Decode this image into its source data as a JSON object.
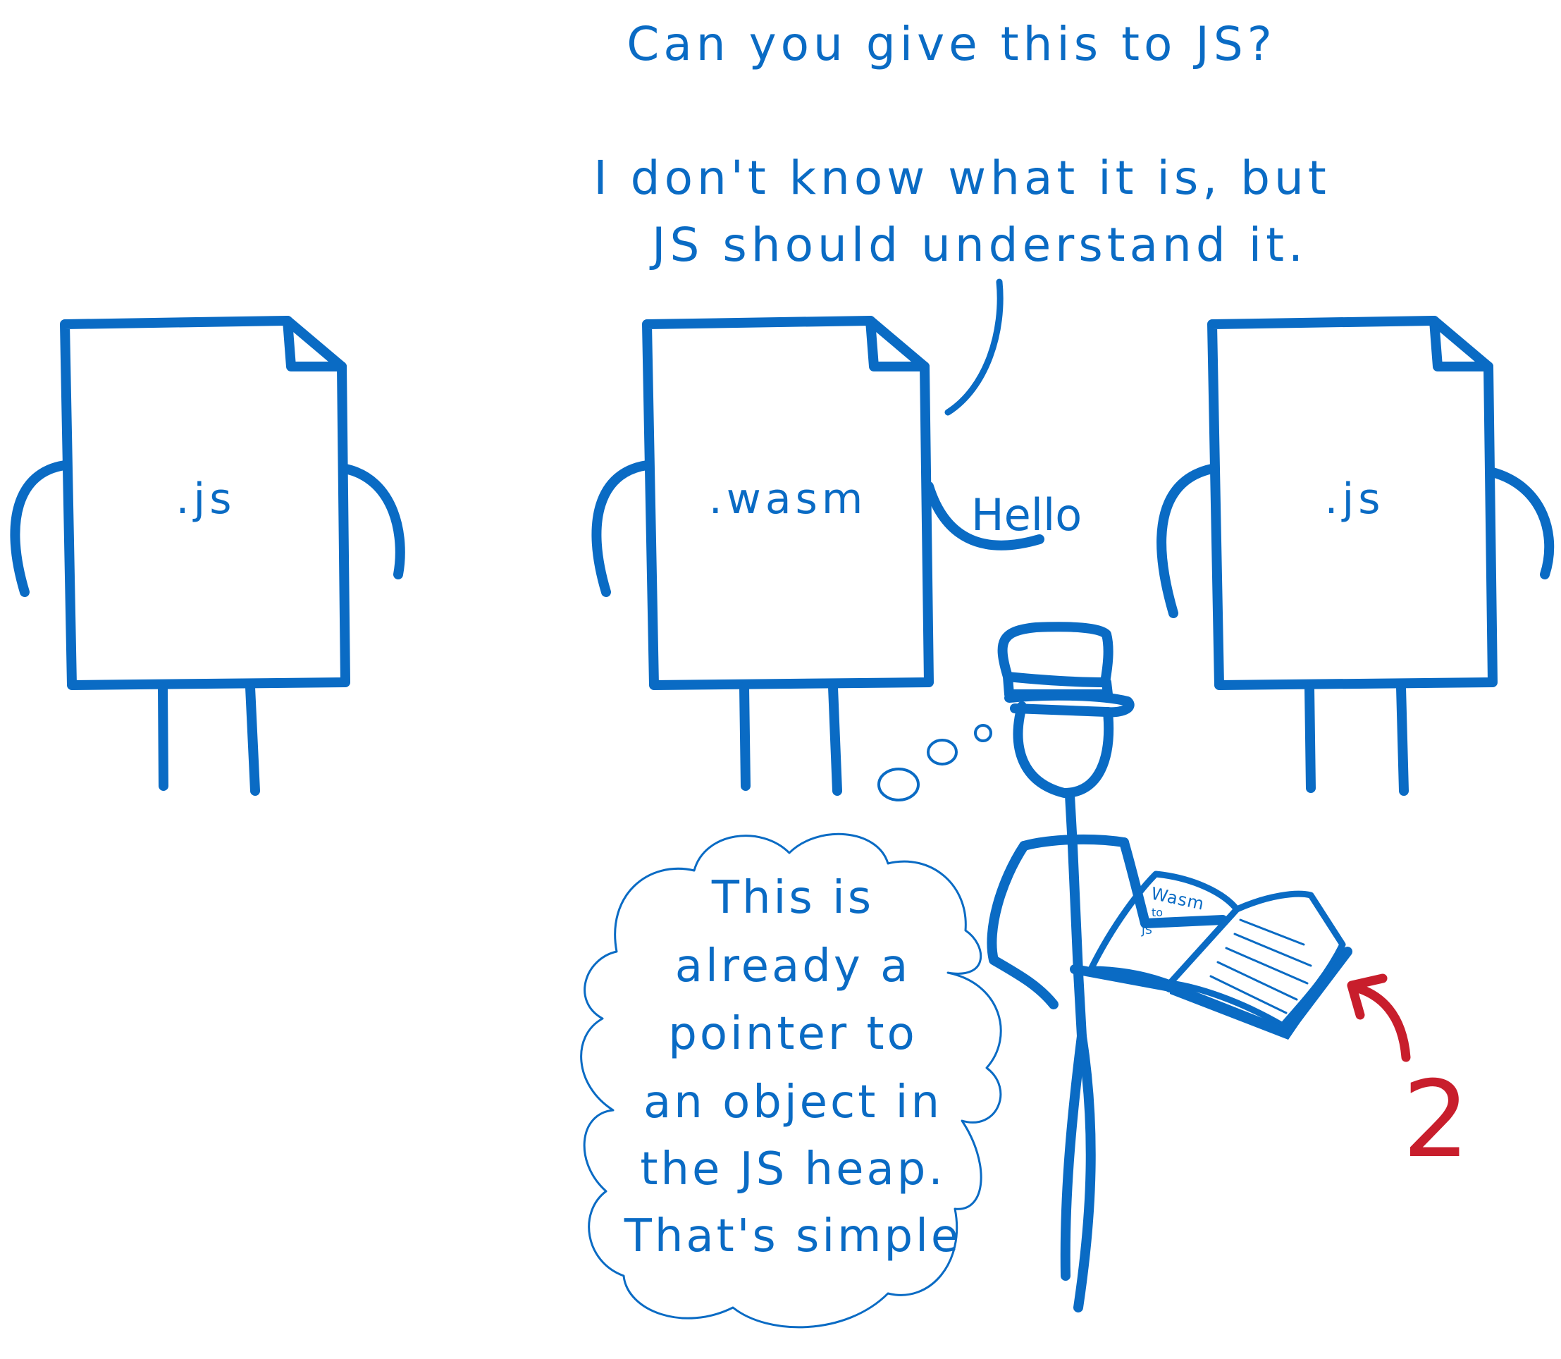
{
  "speech": {
    "line1": "Can you give this to JS?",
    "line2": "I don't know what it is, but",
    "line3": "JS should understand it."
  },
  "files": {
    "left_label": ".js",
    "middle_label": ".wasm",
    "right_label": ".js"
  },
  "hello_label": "Hello",
  "thought": {
    "lines": [
      "This is",
      "already a",
      "pointer to",
      "an object in",
      "the JS heap.",
      "That's simple"
    ]
  },
  "book": {
    "title_line1": "Wasm",
    "title_line2": "to",
    "title_line3": "JS"
  },
  "step_number": "2",
  "colors": {
    "ink": "#0a6bc4",
    "accent": "#c81e2c",
    "background": "#ffffff"
  }
}
